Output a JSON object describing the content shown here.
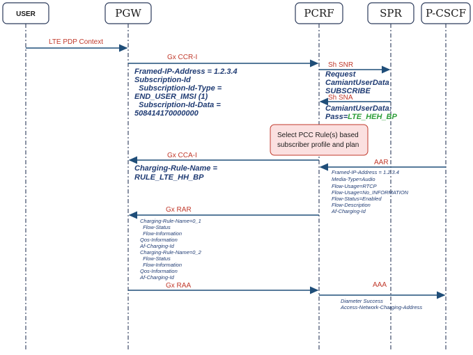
{
  "actors": {
    "user": "USER",
    "pgw": "PGW",
    "pcrf": "PCRF",
    "spr": "SPR",
    "pcscf": "P-CSCF"
  },
  "messages": {
    "lte_pdp": "LTE PDP Context",
    "gx_ccr_i": "Gx CCR-I",
    "sh_snr": "Sh SNR",
    "sh_sna": "Sh SNA",
    "gx_cca_i": "Gx CCA-I",
    "aar": "AAR",
    "gx_rar": "Gx RAR",
    "gx_raa": "Gx RAA",
    "aaa": "AAA"
  },
  "notes": {
    "ccr": [
      "Framed-IP-Address = 1.2.3.4",
      "Subscription-Id",
      "  Subscription-Id-Type =",
      "END_USER_IMSI (1)",
      "  Subscription-Id-Data =",
      "508414170000000"
    ],
    "snr": [
      "Request",
      "CamiantUserData",
      "SUBSCRIBE"
    ],
    "sna_label": "CamiantUserData:",
    "sna_pass_prefix": "Pass=",
    "sna_pass_value": "LTE_HEH_BP",
    "pcc_decision": [
      "Select PCC Rule(s) based",
      "subscriber profile and plan"
    ],
    "cca": [
      "Charging-Rule-Name =",
      "RULE_LTE_HH_BP"
    ],
    "aar": [
      "Framed-IP-Address = 1.2.3.4",
      "Media-Type=Audio",
      "Flow-Usage=RTCP",
      "Flow-Usage=No_INFORMATION",
      "Flow-Status=Enabled",
      "Flow-Description",
      "Af-Charging-Id"
    ],
    "rar": [
      "Charging-Rule-Name=0_1",
      "  Flow-Status",
      "  Flow-Information",
      "Qos-Information",
      "Af-Charging-Id",
      "Charging-Rule-Name=0_2",
      "  Flow-Status",
      "  Flow-Information",
      "Qos-Information",
      "Af-Charging-Id"
    ],
    "aaa": [
      "Diameter Success",
      "Access-Network-Charging-Address"
    ]
  }
}
